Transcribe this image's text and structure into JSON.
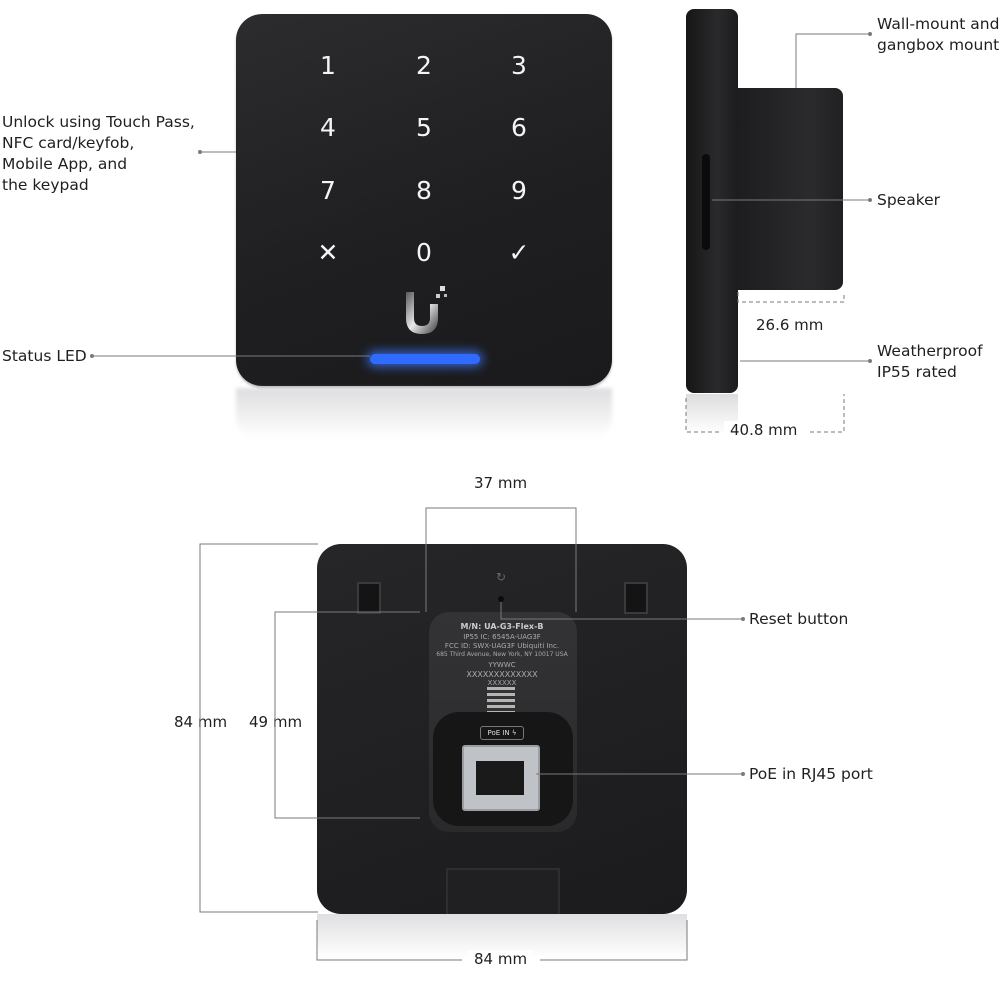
{
  "front": {
    "keys": [
      "1",
      "2",
      "3",
      "4",
      "5",
      "6",
      "7",
      "8",
      "9",
      "✕",
      "0",
      "✓"
    ],
    "label_unlock": [
      "Unlock using Touch Pass,",
      "NFC card/keyfob,",
      "Mobile App, and",
      "the keypad"
    ],
    "label_status_led": "Status LED",
    "led_color": "#2f6bff"
  },
  "side": {
    "label_mount": [
      "Wall-mount and",
      "gangbox mount"
    ],
    "label_speaker": "Speaker",
    "label_weather": [
      "Weatherproof",
      "IP55 rated"
    ],
    "dim_depth_box": "26.6 mm",
    "dim_depth_total": "40.8 mm"
  },
  "back": {
    "dim_width_top": "37 mm",
    "dim_height_outer": "84 mm",
    "dim_height_inner": "49 mm",
    "dim_width_bottom": "84 mm",
    "label_reset": "Reset button",
    "label_poe": "PoE in RJ45 port",
    "poe_tag": "PoE IN ϟ",
    "panel_lines": [
      "M/N: UA-G3-Flex-B",
      "IP55   IC: 6545A-UAG3F",
      "FCC ID: SWX-UAG3F    Ubiquiti Inc.",
      "685 Third Avenue, New York, NY 10017 USA",
      "YYWWC",
      "XXXXXXXXXXXXX",
      "XXXXXX"
    ]
  }
}
